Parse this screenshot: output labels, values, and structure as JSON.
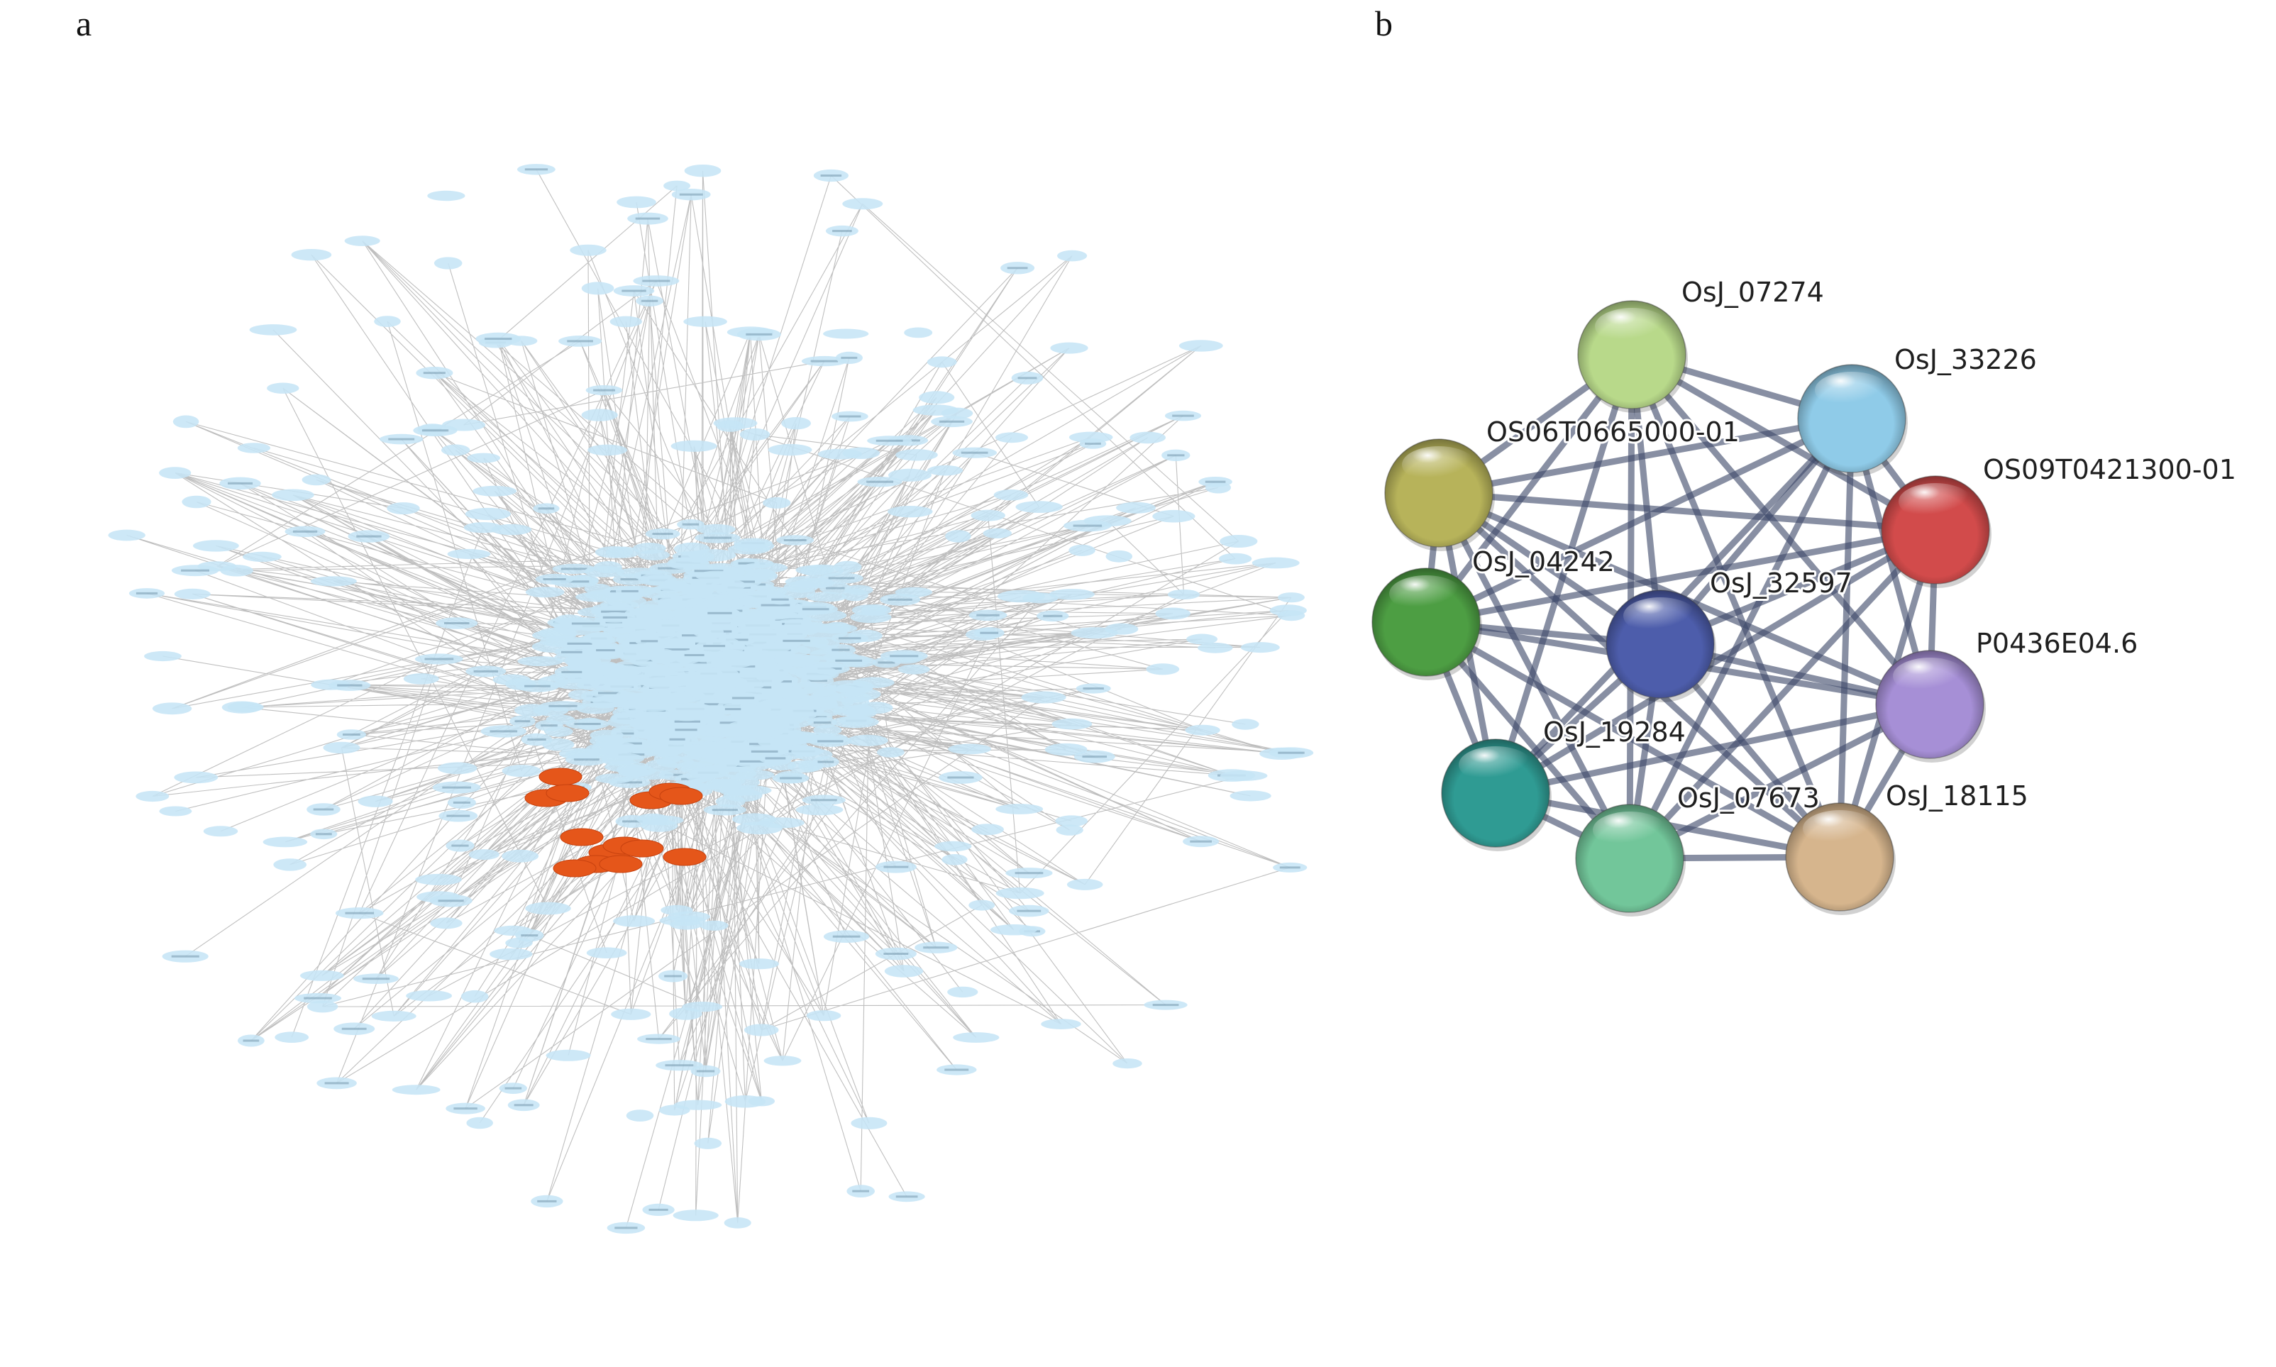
{
  "panels": {
    "a": {
      "letter": "a"
    },
    "b": {
      "letter": "b"
    }
  },
  "colors": {
    "network_a_node": "#c6e5f6",
    "network_a_hub": "#e5561a",
    "network_a_edge": "#8a8a8a",
    "network_b_edge": "#3f4a6a"
  },
  "network_b": {
    "nodes": [
      {
        "id": "n1",
        "label": "OsJ_07274",
        "color": "#b8d98a"
      },
      {
        "id": "n2",
        "label": "OsJ_33226",
        "color": "#8fcbe8"
      },
      {
        "id": "n3",
        "label": "OS06T0665000-01",
        "color": "#b7b35a"
      },
      {
        "id": "n4",
        "label": "OS09T0421300-01",
        "color": "#d24b4b"
      },
      {
        "id": "n5",
        "label": "OsJ_04242",
        "color": "#4d9e43"
      },
      {
        "id": "n6",
        "label": "OsJ_32597",
        "color": "#4d5dab"
      },
      {
        "id": "n7",
        "label": "P0436E04.6",
        "color": "#a68fd6"
      },
      {
        "id": "n8",
        "label": "OsJ_19284",
        "color": "#2f9b93"
      },
      {
        "id": "n9",
        "label": "OsJ_07673",
        "color": "#72c69a"
      },
      {
        "id": "n10",
        "label": "OsJ_18115",
        "color": "#d6b58d"
      }
    ]
  }
}
